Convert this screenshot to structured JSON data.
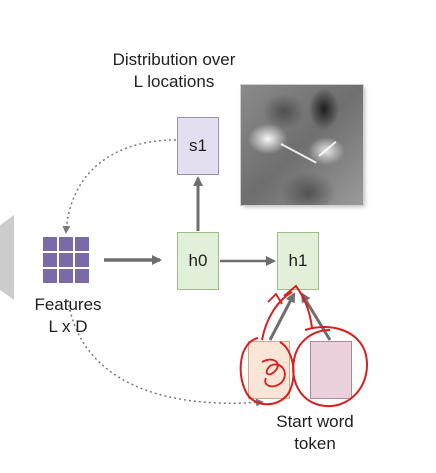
{
  "diagram": {
    "distribution_label": [
      "Distribution over",
      "L locations"
    ],
    "features_label": [
      "Features",
      "L x D"
    ],
    "nodes": {
      "s1": "s1",
      "h0": "h0",
      "h1": "h1"
    },
    "start_token_label": [
      "Start word",
      "token"
    ]
  },
  "colors": {
    "hidden_state_fill": "#e2f0d9",
    "output_fill": "#e4dff0",
    "feature_grid": "#7a6aa8",
    "token_orange": "#fbe5d6",
    "token_pink": "#ead1dc",
    "arrow": "#6e6e6e",
    "annotation_red": "#d81e1e"
  }
}
